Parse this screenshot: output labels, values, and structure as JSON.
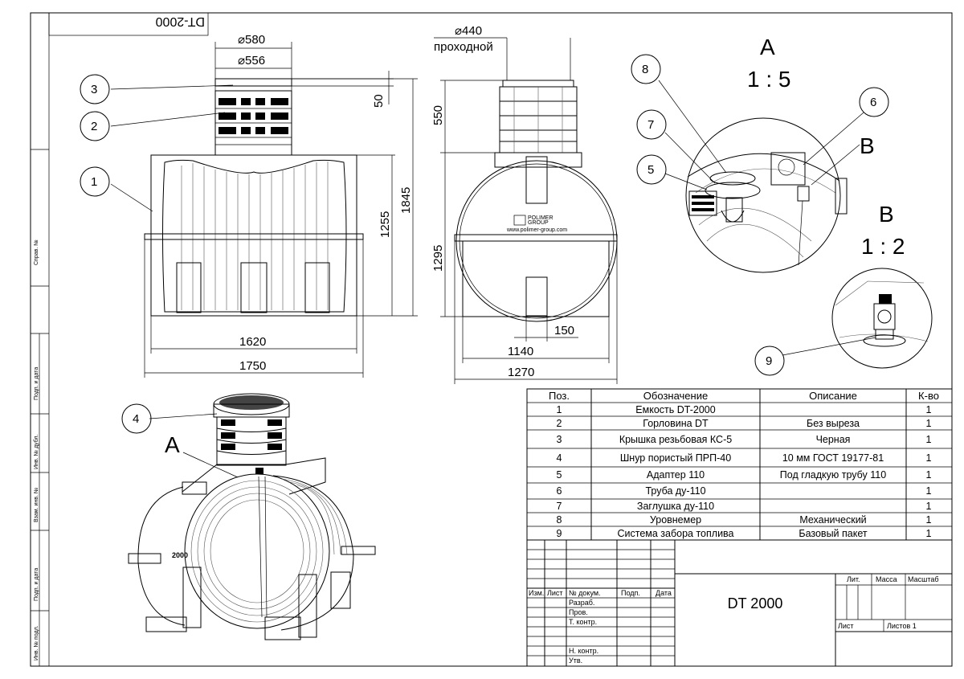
{
  "sheet": {
    "stamp_mirrored": "DT-2000",
    "side_labels": [
      "Справ. №",
      "Подп. и дата",
      "Инв. № дубл.",
      "Взам. инв. №",
      "Подп. и дата",
      "Инв. № подл."
    ]
  },
  "front_view": {
    "d_outer": "⌀580",
    "d_inner": "⌀556",
    "gap": "50",
    "height_total": "1845",
    "height_body": "1255",
    "width_body": "1620",
    "width_total": "1750",
    "callouts": [
      "1",
      "2",
      "3"
    ]
  },
  "side_view": {
    "d_pass": "⌀440",
    "pass_label": "проходной",
    "neck_h": "550",
    "body_h": "1295",
    "slot_w": "150",
    "width_1": "1140",
    "width_2": "1270",
    "logo_line1": "POLIMER",
    "logo_line2": "GROUP",
    "logo_url": "www.polimer-group.com"
  },
  "detail_a": {
    "letter": "A",
    "scale": "1 : 5",
    "sub_letter": "B",
    "callouts": [
      "5",
      "6",
      "7",
      "8"
    ]
  },
  "detail_b": {
    "letter": "B",
    "scale": "1 : 2",
    "callout": "9"
  },
  "iso_view": {
    "letter": "A",
    "callout": "4",
    "body_mark": "2000"
  },
  "spec": {
    "headers": [
      "Поз.",
      "Обозначение",
      "Описание",
      "К-во"
    ],
    "rows": [
      [
        "1",
        "Емкость DT-2000",
        "",
        "1"
      ],
      [
        "2",
        "Горловина DT",
        "Без выреза",
        "1"
      ],
      [
        "3",
        "Крышка резьбовая КС-5",
        "Черная",
        "1"
      ],
      [
        "4",
        "Шнур пористый ПРП-40",
        "10 мм ГОСТ 19177-81",
        "1"
      ],
      [
        "5",
        "Адаптер 110",
        "Под гладкую трубу 110",
        "1"
      ],
      [
        "6",
        "Труба ду-110",
        "",
        "1"
      ],
      [
        "7",
        "Заглушка ду-110",
        "",
        "1"
      ],
      [
        "8",
        "Уровнемер",
        "Механический",
        "1"
      ],
      [
        "9",
        "Система забора топлива",
        "Базовый пакет",
        "1"
      ]
    ]
  },
  "title_block": {
    "col_izm": "Изм.",
    "col_list": "Лист",
    "col_doc": "№ докум.",
    "col_sign": "Подп.",
    "col_date": "Дата",
    "razrab": "Разраб.",
    "prov": "Пров.",
    "tkontr": "Т. контр.",
    "nkontr": "Н. контр.",
    "utv": "Утв.",
    "name": "DT 2000",
    "lit": "Лит.",
    "massa": "Масса",
    "masshtab": "Масштаб",
    "sheet_label": "Лист",
    "sheets_label": "Листов 1"
  }
}
